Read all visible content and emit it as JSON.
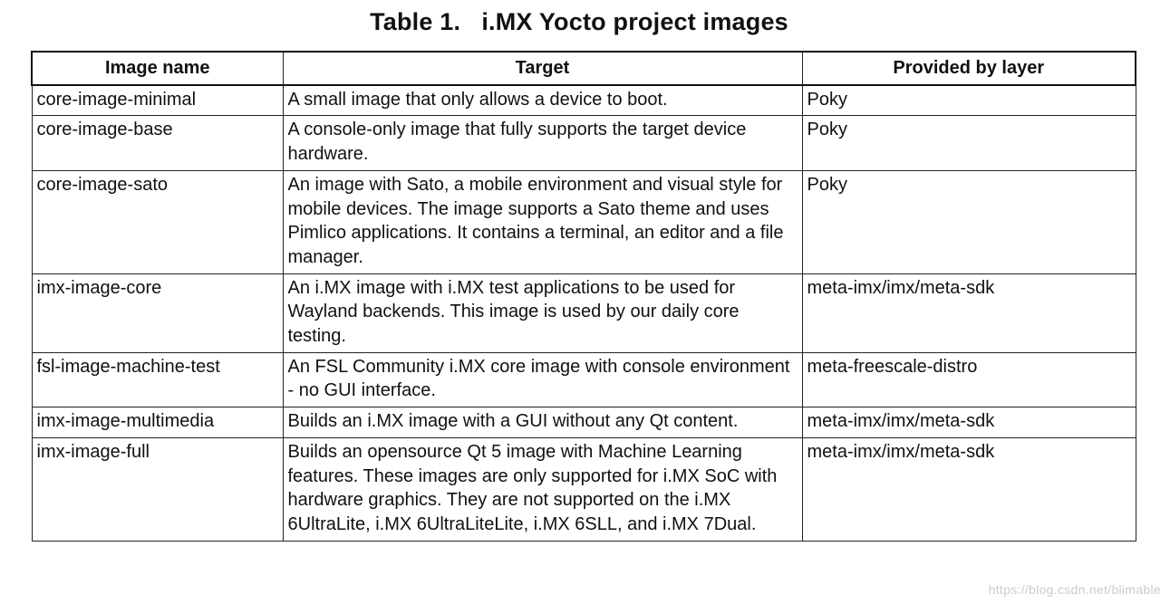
{
  "title": "Table 1.   i.MX Yocto project images",
  "table": {
    "headers": [
      "Image name",
      "Target",
      "Provided by layer"
    ],
    "rows": [
      {
        "name": "core-image-minimal",
        "target": "A small image that only allows a device to boot.",
        "layer": "Poky"
      },
      {
        "name": "core-image-base",
        "target": "A console-only image that fully supports the target device hardware.",
        "layer": "Poky"
      },
      {
        "name": "core-image-sato",
        "target": "An image with Sato, a mobile environment and visual style for mobile devices. The image supports a Sato theme and uses Pimlico applications. It contains a terminal, an editor and a file manager.",
        "layer": "Poky"
      },
      {
        "name": "imx-image-core",
        "target": "An i.MX image with i.MX test applications to be used for Wayland backends. This image is used by our daily core testing.",
        "layer": "meta-imx/imx/meta-sdk"
      },
      {
        "name": "fsl-image-machine-test",
        "target": "An FSL Community i.MX core image with console environment - no GUI interface.",
        "layer": "meta-freescale-distro"
      },
      {
        "name": "imx-image-multimedia",
        "target": "Builds an i.MX image with a GUI without any Qt content.",
        "layer": "meta-imx/imx/meta-sdk"
      },
      {
        "name": "imx-image-full",
        "target": "Builds an opensource Qt 5 image with Machine Learning features. These images are only supported for i.MX SoC with hardware graphics. They are not supported on the i.MX 6UltraLite, i.MX 6UltraLiteLite, i.MX 6SLL, and i.MX 7Dual.",
        "layer": "meta-imx/imx/meta-sdk"
      }
    ]
  },
  "watermark": "https://blog.csdn.net/blimable"
}
